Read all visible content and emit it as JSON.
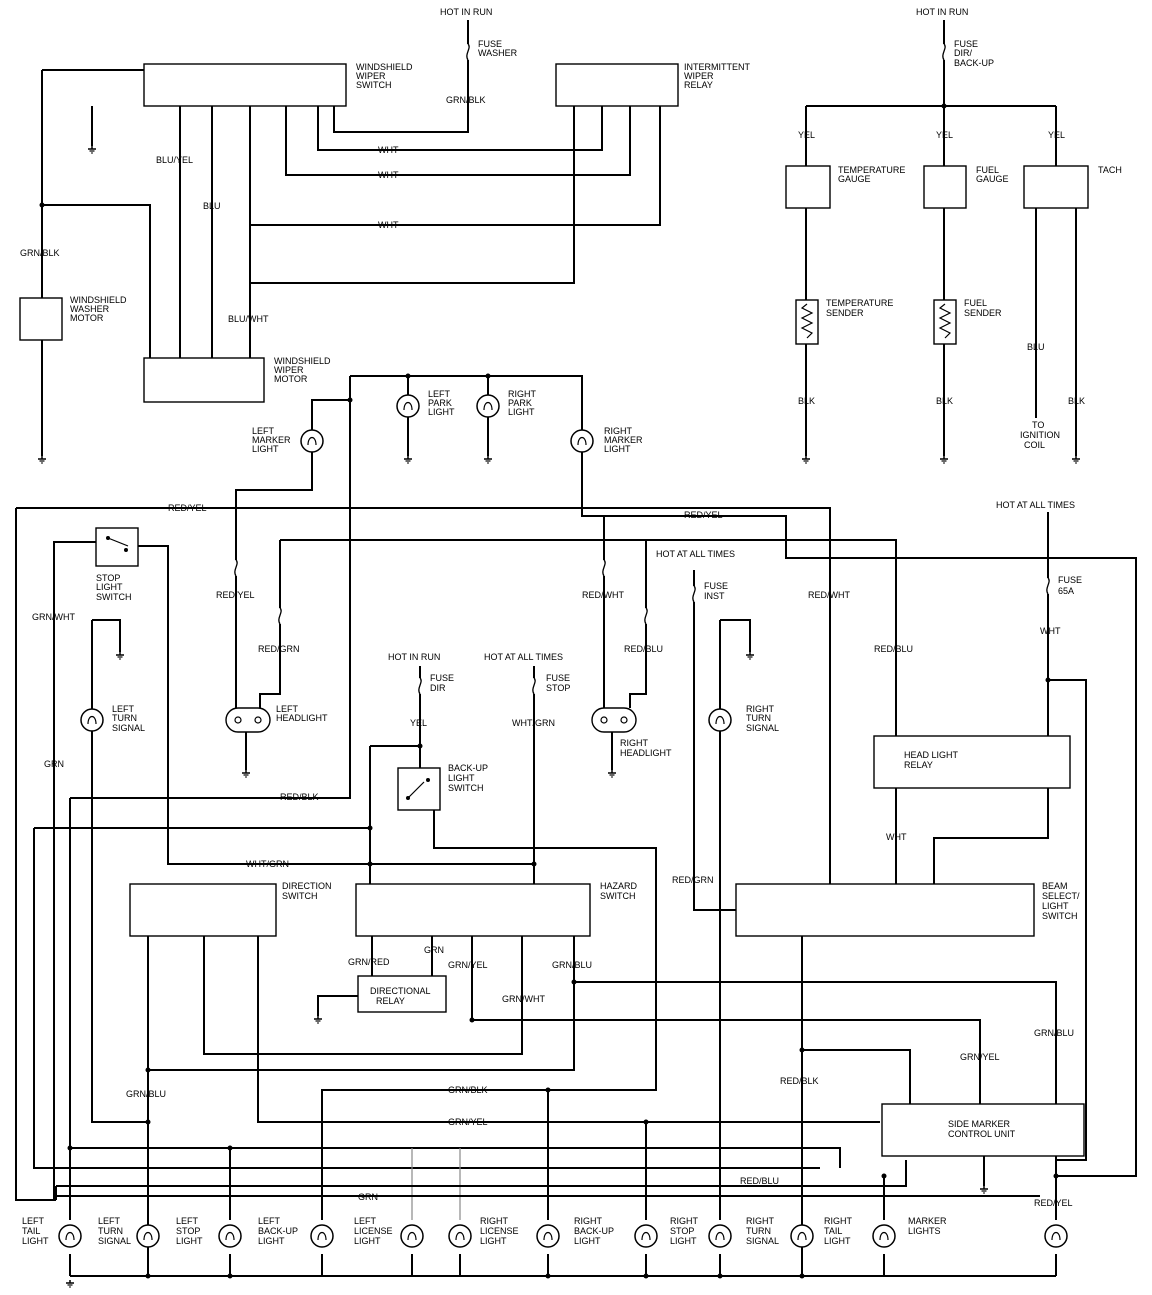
{
  "top_left": {
    "hot_in_run": "HOT IN RUN",
    "fuse_washer": [
      "FUSE",
      "WASHER"
    ],
    "grn_blk_1": "GRN/BLK",
    "wiper_switch": [
      "WINDSHIELD",
      "WIPER",
      "SWITCH"
    ],
    "intermittent_relay": [
      "INTERMITTENT",
      "WIPER",
      "RELAY"
    ],
    "wht_1": "WHT",
    "wht_2": "WHT",
    "wht_3": "WHT",
    "blu_yel": "BLU/YEL",
    "blu": "BLU",
    "grn_blk_2": "GRN/BLK",
    "washer_motor": [
      "WINDSHIELD",
      "WASHER",
      "MOTOR"
    ],
    "blu_wht": "BLU/WHT",
    "wiper_motor": [
      "WINDSHIELD",
      "WIPER",
      "MOTOR"
    ]
  },
  "gauges": {
    "hot_in_run": "HOT IN RUN",
    "fuse_dir": [
      "FUSE",
      "DIR/",
      "BACK-UP"
    ],
    "yel_1": "YEL",
    "yel_2": "YEL",
    "yel_3": "YEL",
    "temp_gauge": [
      "TEMPERATURE",
      "GAUGE"
    ],
    "fuel_gauge": [
      "FUEL",
      "GAUGE"
    ],
    "tach": "TACH",
    "temp_sender": [
      "TEMPERATURE",
      "SENDER"
    ],
    "fuel_sender": [
      "FUEL",
      "SENDER"
    ],
    "blk_1": "BLK",
    "blk_2": "BLK",
    "blu": "BLU",
    "blk_3": "BLK",
    "to_ignition": [
      "TO",
      "IGNITION",
      "COIL"
    ]
  },
  "middle": {
    "left_park": [
      "LEFT",
      "PARK",
      "LIGHT"
    ],
    "right_park": [
      "RIGHT",
      "PARK",
      "LIGHT"
    ],
    "left_marker": [
      "LEFT",
      "MARKER",
      "LIGHT"
    ],
    "right_marker": [
      "RIGHT",
      "MARKER",
      "LIGHT"
    ],
    "red_yel_1": "RED/YEL",
    "red_yel_2": "RED/YEL",
    "hot_all_times_1": "HOT AT ALL TIMES",
    "hot_all_times_2": "HOT AT ALL TIMES",
    "hot_all_times_3": "HOT AT ALL TIMES",
    "hot_in_run": "HOT IN RUN",
    "stop_light_switch": [
      "STOP",
      "LIGHT",
      "SWITCH"
    ],
    "grn_wht": "GRN/WHT",
    "red_yel_3": "RED/YEL",
    "red_grn_1": "RED/GRN",
    "left_headlight": [
      "LEFT",
      "HEADLIGHT"
    ],
    "red_wht_1": "RED/WHT",
    "red_blu_1": "RED/BLU",
    "right_headlight": [
      "RIGHT",
      "HEADLIGHT"
    ],
    "fuse_inst": [
      "FUSE",
      "INST"
    ],
    "red_wht_2": "RED/WHT",
    "red_blu_2": "RED/BLU",
    "fuse_65a": [
      "FUSE",
      "65A"
    ],
    "wht_1": "WHT",
    "left_turn_signal": [
      "LEFT",
      "TURN",
      "SIGNAL"
    ],
    "right_turn_signal": [
      "RIGHT",
      "TURN",
      "SIGNAL"
    ],
    "grn": "GRN",
    "fuse_dir": [
      "FUSE",
      "DIR"
    ],
    "fuse_stop": [
      "FUSE",
      "STOP"
    ],
    "yel": "YEL",
    "wht_grn_1": "WHT/GRN",
    "backup_switch": [
      "BACK-UP",
      "LIGHT",
      "SWITCH"
    ],
    "head_light_relay": [
      "HEAD LIGHT",
      "RELAY"
    ],
    "red_blk_1": "RED/BLK",
    "wht_2": "WHT",
    "wht_grn_2": "WHT/GRN",
    "direction_switch": [
      "DIRECTION",
      "SWITCH"
    ],
    "hazard_switch": [
      "HAZARD",
      "SWITCH"
    ],
    "red_grn_2": "RED/GRN",
    "beam_switch": [
      "BEAM",
      "SELECT/",
      "LIGHT",
      "SWITCH"
    ]
  },
  "bottom": {
    "grn_red": "GRN/RED",
    "grn": "GRN",
    "grn_yel_1": "GRN/YEL",
    "grn_blu_1": "GRN/BLU",
    "directional_relay": [
      "DIRECTIONAL",
      "RELAY"
    ],
    "grn_wht": "GRN/WHT",
    "grn_blu_2": "GRN/BLU",
    "grn_yel_2": "GRN/YEL",
    "red_blk": "RED/BLK",
    "grn_blu_3": "GRN/BLU",
    "grn_blk": "GRN/BLK",
    "grn_yel_3": "GRN/YEL",
    "side_marker_unit": [
      "SIDE MARKER",
      "CONTROL UNIT"
    ],
    "red_blu": "RED/BLU",
    "grn_2": "GRN",
    "red_yel": "RED/YEL",
    "lamps": [
      [
        "LEFT",
        "TAIL",
        "LIGHT"
      ],
      [
        "LEFT",
        "TURN",
        "SIGNAL"
      ],
      [
        "LEFT",
        "STOP",
        "LIGHT"
      ],
      [
        "LEFT",
        "BACK-UP",
        "LIGHT"
      ],
      [
        "LEFT",
        "LICENSE",
        "LIGHT"
      ],
      [
        "RIGHT",
        "LICENSE",
        "LIGHT"
      ],
      [
        "RIGHT",
        "BACK-UP",
        "LIGHT"
      ],
      [
        "RIGHT",
        "STOP",
        "LIGHT"
      ],
      [
        "RIGHT",
        "TURN",
        "SIGNAL"
      ],
      [
        "RIGHT",
        "TAIL",
        "LIGHT"
      ],
      [
        "MARKER",
        "LIGHTS"
      ]
    ]
  }
}
